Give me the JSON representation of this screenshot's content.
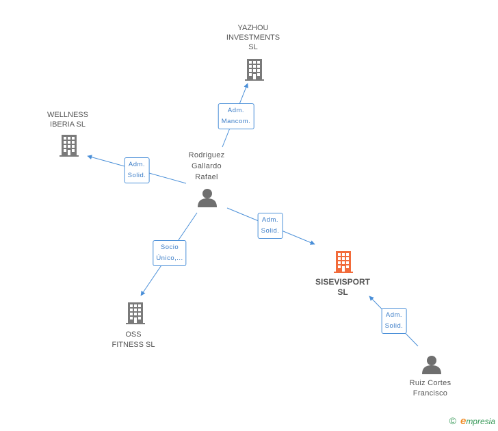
{
  "colors": {
    "company": "#7a7a7a",
    "focus_company": "#f26b3a",
    "person": "#6f6f6f",
    "edge": "#4a8fd8",
    "label_text": "#555555"
  },
  "nodes": {
    "yazhou": {
      "lines": [
        "YAZHOU",
        "INVESTMENTS",
        "SL"
      ],
      "icon": "building-icon"
    },
    "wellness": {
      "lines": [
        "WELLNESS",
        "IBERIA SL"
      ],
      "icon": "building-icon"
    },
    "rodriguez": {
      "lines": [
        "Rodriguez",
        "Gallardo",
        "Rafael"
      ],
      "icon": "person-icon"
    },
    "sisevisport": {
      "lines": [
        "SISEVISPORT",
        "SL"
      ],
      "icon": "building-icon"
    },
    "oss": {
      "lines": [
        "OSS",
        "FITNESS SL"
      ],
      "icon": "building-icon"
    },
    "ruiz": {
      "lines": [
        "Ruiz Cortes",
        "Francisco"
      ],
      "icon": "person-icon"
    }
  },
  "relations": {
    "to_yazhou": [
      "Adm.",
      "Mancom."
    ],
    "to_wellness": [
      "Adm.",
      "Solid."
    ],
    "to_sisevisport_rodriguez": [
      "Adm.",
      "Solid."
    ],
    "to_oss": [
      "Socio",
      "Único,..."
    ],
    "to_sisevisport_ruiz": [
      "Adm.",
      "Solid."
    ]
  },
  "footer": {
    "copyright": "©",
    "brand_e": "e",
    "brand_rest": "mpresia"
  }
}
